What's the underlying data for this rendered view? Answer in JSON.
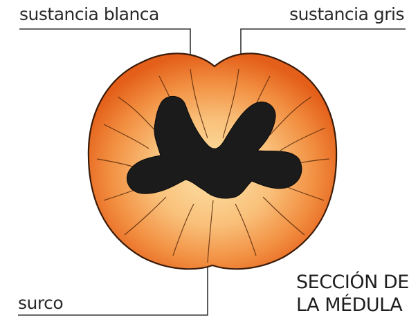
{
  "labels": {
    "white_matter": "sustancia blanca",
    "grey_matter": "sustancia gris",
    "sulcus": "surco"
  },
  "title": {
    "line1": "SECCIÓN DE",
    "line2": "LA MÉDULA"
  },
  "colors": {
    "outline": "#3a1a08",
    "center_glow": "#fde3a8",
    "outer_glow": "#e8651c",
    "grey_matter": "#1b1b1b",
    "leader_line": "#333333"
  }
}
